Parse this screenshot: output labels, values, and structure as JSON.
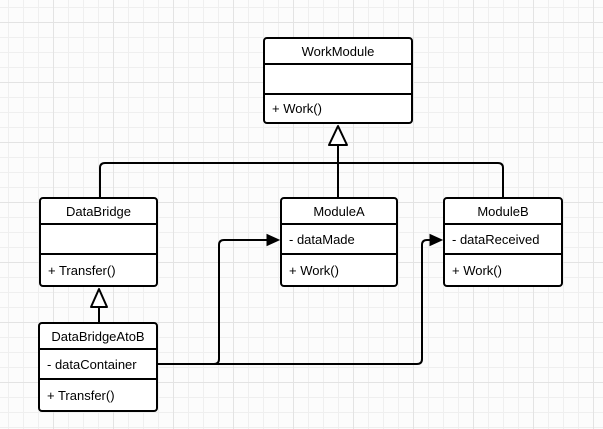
{
  "diagram": {
    "kind": "uml-class-diagram",
    "classes": {
      "workmodule": {
        "name": "WorkModule",
        "attribute": "",
        "method": "+ Work()"
      },
      "databridge": {
        "name": "DataBridge",
        "attribute": "",
        "method": "+ Transfer()"
      },
      "modulea": {
        "name": "ModuleA",
        "attribute": "- dataMade",
        "method": "+ Work()"
      },
      "moduleb": {
        "name": "ModuleB",
        "attribute": "- dataReceived",
        "method": "+ Work()"
      },
      "databridgeatob": {
        "name": "DataBridgeAtoB",
        "attribute": "- dataContainer",
        "method": "+ Transfer()"
      }
    },
    "relationships": [
      {
        "type": "generalization",
        "from": "DataBridge",
        "to": "WorkModule"
      },
      {
        "type": "generalization",
        "from": "ModuleA",
        "to": "WorkModule"
      },
      {
        "type": "generalization",
        "from": "ModuleB",
        "to": "WorkModule"
      },
      {
        "type": "generalization",
        "from": "DataBridgeAtoB",
        "to": "DataBridge"
      },
      {
        "type": "directed-association",
        "from": "DataBridgeAtoB",
        "to": "ModuleA"
      },
      {
        "type": "directed-association",
        "from": "DataBridgeAtoB",
        "to": "ModuleB"
      }
    ],
    "colors": {
      "line": "#000000",
      "box_fill": "#ffffff",
      "canvas": "#fcfcfc",
      "grid_minor": "#efefef",
      "grid_major": "#e3e3e3"
    }
  }
}
